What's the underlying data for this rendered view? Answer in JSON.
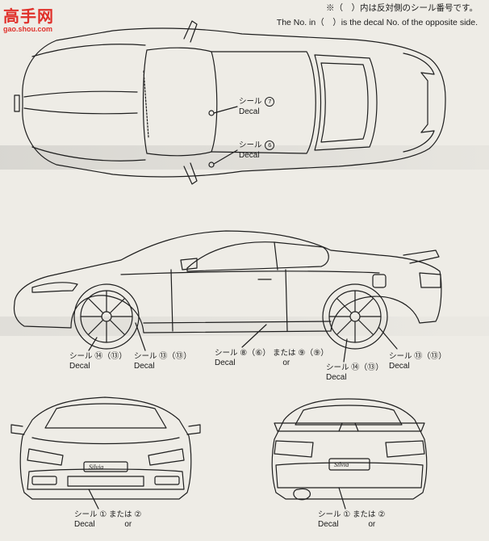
{
  "logo": {
    "mark": "高手网",
    "url": "gao.shou.com"
  },
  "notes": {
    "jp": "※（　）内は反対側のシール番号です。",
    "en": "The No. in（　）is the decal No. of the opposite side."
  },
  "labels": {
    "top_decal_7": {
      "jp": "シール",
      "en": "Decal",
      "num": "7"
    },
    "top_decal_6": {
      "jp": "シール",
      "en": "Decal",
      "num": "6"
    },
    "side_left_14": {
      "jp": "シール",
      "en": "Decal",
      "nums": "⑭（⑬）"
    },
    "side_left_13": {
      "jp": "シール",
      "en": "Decal",
      "nums": "⑬（⑬）"
    },
    "side_mid": {
      "jp": "シール",
      "en": "Decal",
      "a": "⑧（⑥）",
      "or_jp": "または",
      "or_en": "or",
      "b": "⑨（⑨）"
    },
    "side_right_14": {
      "jp": "シール",
      "en": "Decal",
      "nums": "⑭（⑬）"
    },
    "side_right_13": {
      "jp": "シール",
      "en": "Decal",
      "nums": "⑬（⑬）"
    },
    "front": {
      "jp": "シール",
      "en": "Decal",
      "a": "①",
      "or_jp": "または",
      "or_en": "or",
      "b": "②"
    },
    "rear": {
      "jp": "シール",
      "en": "Decal",
      "a": "①",
      "or_jp": "または",
      "or_en": "or",
      "b": "②"
    }
  },
  "badge_text": "Silvia"
}
